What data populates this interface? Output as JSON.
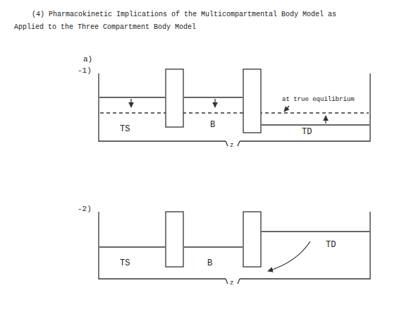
{
  "diagram": {
    "title": "(4) Pharmacokinetic Implications of the Multicompartmental Body Model as Applied to the Three Compartment Body Model",
    "labels": [
      "a)",
      "-1)",
      "at true equilibrium",
      "TS",
      "B",
      "TD",
      "z",
      "-2)",
      "TS",
      "B",
      "TD",
      "z"
    ]
  }
}
